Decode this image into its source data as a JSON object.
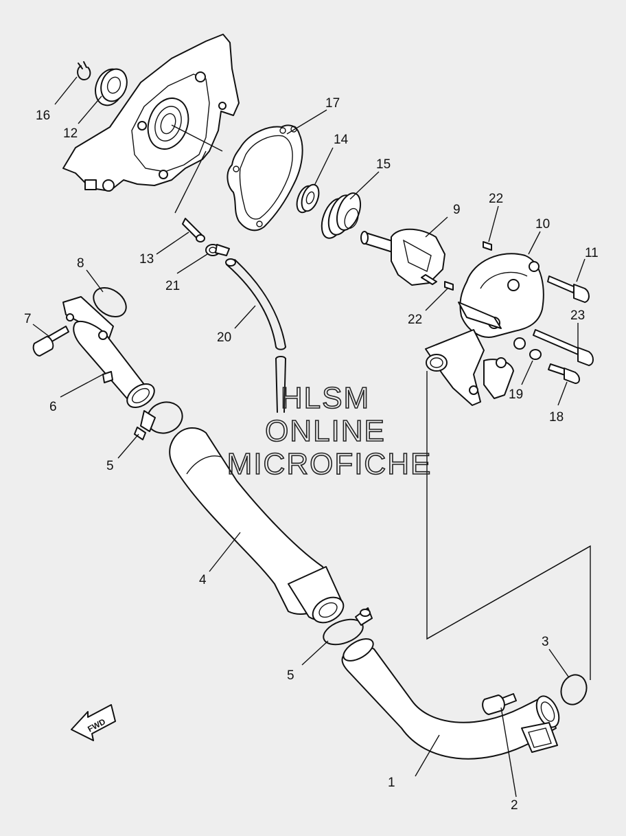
{
  "callouts": [
    {
      "id": "c1",
      "label": "1"
    },
    {
      "id": "c2",
      "label": "2"
    },
    {
      "id": "c3",
      "label": "3"
    },
    {
      "id": "c4",
      "label": "4"
    },
    {
      "id": "c5a",
      "label": "5"
    },
    {
      "id": "c5b",
      "label": "5"
    },
    {
      "id": "c6",
      "label": "6"
    },
    {
      "id": "c7",
      "label": "7"
    },
    {
      "id": "c8",
      "label": "8"
    },
    {
      "id": "c9",
      "label": "9"
    },
    {
      "id": "c10",
      "label": "10"
    },
    {
      "id": "c11",
      "label": "11"
    },
    {
      "id": "c12",
      "label": "12"
    },
    {
      "id": "c13",
      "label": "13"
    },
    {
      "id": "c14",
      "label": "14"
    },
    {
      "id": "c15",
      "label": "15"
    },
    {
      "id": "c16",
      "label": "16"
    },
    {
      "id": "c17",
      "label": "17"
    },
    {
      "id": "c18",
      "label": "18"
    },
    {
      "id": "c19",
      "label": "19"
    },
    {
      "id": "c20",
      "label": "20"
    },
    {
      "id": "c21",
      "label": "21"
    },
    {
      "id": "c22a",
      "label": "22"
    },
    {
      "id": "c22b",
      "label": "22"
    },
    {
      "id": "c23",
      "label": "23"
    }
  ],
  "watermark": {
    "line1": "HLSM",
    "line2": "ONLINE",
    "line3": "MICROFICHE"
  },
  "fwd_label": "FWD"
}
